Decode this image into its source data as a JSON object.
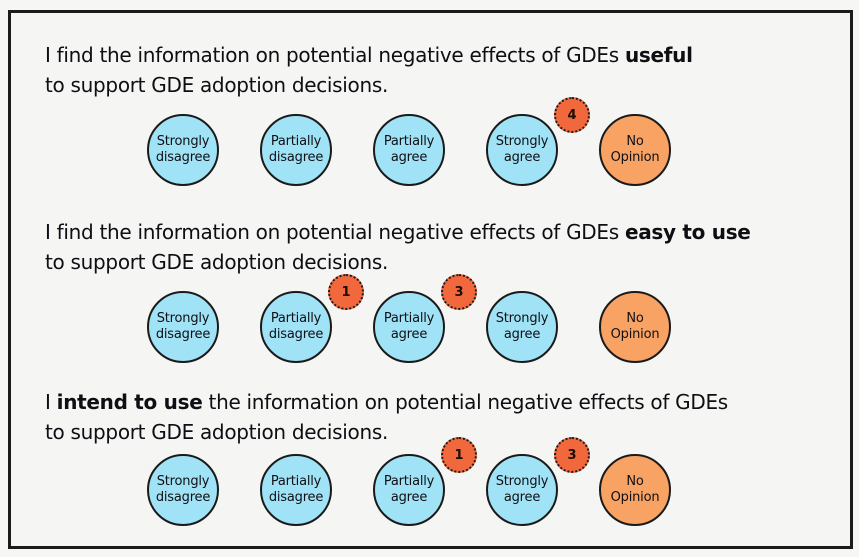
{
  "panel": {
    "background": "#f5f5f4",
    "border_color": "#1b1b1b"
  },
  "colors": {
    "likert_circle_fill": "#a0e2f6",
    "no_opinion_circle_fill": "#f8a264",
    "vote_badge_fill": "#f1683c",
    "circle_stroke": "#1a1a1a",
    "text": "#0e0e13"
  },
  "questions": [
    {
      "line1_pre": "I find the information on potential negative effects of GDEs ",
      "line1_bold": "useful",
      "line1_post": "",
      "line2": "to support GDE adoption decisions.",
      "options": [
        {
          "label": "Strongly disagree"
        },
        {
          "label": "Partially disagree"
        },
        {
          "label": "Partially agree"
        },
        {
          "label": "Strongly agree",
          "votes": "4"
        },
        {
          "label": "No Opinion"
        }
      ]
    },
    {
      "line1_pre": "I find the information on potential negative effects of GDEs ",
      "line1_bold": "easy to use",
      "line1_post": "",
      "line2": "to support GDE adoption decisions.",
      "options": [
        {
          "label": "Strongly disagree"
        },
        {
          "label": "Partially disagree",
          "votes": "1"
        },
        {
          "label": "Partially agree",
          "votes": "3"
        },
        {
          "label": "Strongly agree"
        },
        {
          "label": "No Opinion"
        }
      ]
    },
    {
      "line1_pre": "I ",
      "line1_bold": "intend to use",
      "line1_post": " the information on potential negative effects of GDEs",
      "line2": "to support GDE adoption decisions.",
      "options": [
        {
          "label": "Strongly disagree"
        },
        {
          "label": "Partially disagree"
        },
        {
          "label": "Partially agree",
          "votes": "1"
        },
        {
          "label": "Strongly agree",
          "votes": "3"
        },
        {
          "label": "No Opinion"
        }
      ]
    }
  ]
}
